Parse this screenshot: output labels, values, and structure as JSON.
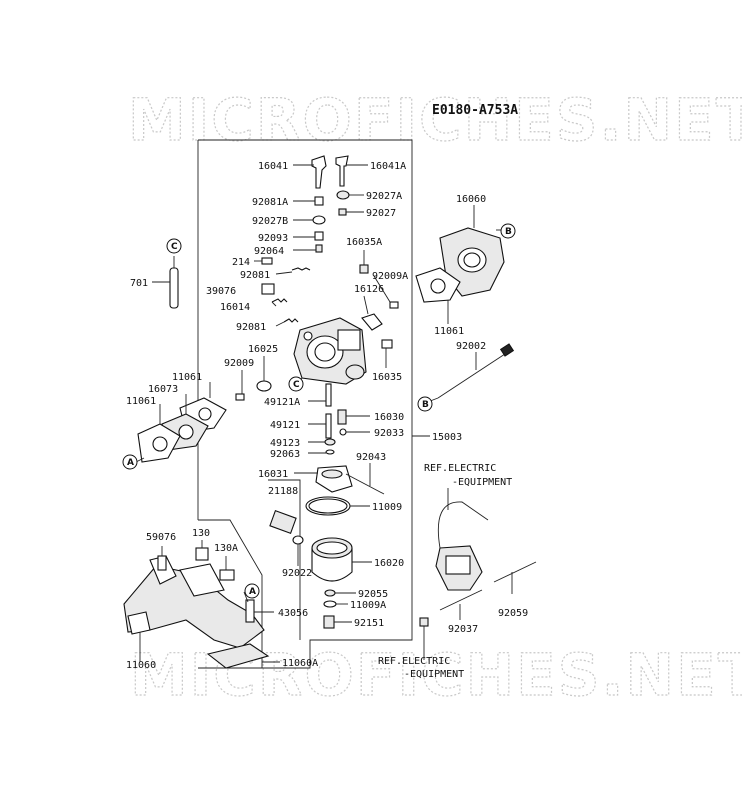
{
  "watermarks": [
    "MICROFICHES.NET",
    "MICROFICHES.NET"
  ],
  "diagram_code": "E0180-A753A",
  "parts": {
    "p16041": "16041",
    "p16041A": "16041A",
    "p92081A": "92081A",
    "p92027A": "92027A",
    "p92027B": "92027B",
    "p92027": "92027",
    "p92093": "92093",
    "p92064": "92064",
    "p16035A": "16035A",
    "p214": "214",
    "p92081a": "92081",
    "p92009A": "92009A",
    "p39076": "39076",
    "p16126": "16126",
    "p16014": "16014",
    "p92081b": "92081",
    "p16025": "16025",
    "p92009": "92009",
    "p16035": "16035",
    "p49121A": "49121A",
    "p16030": "16030",
    "p49121": "49121",
    "p92033": "92033",
    "p15003": "15003",
    "p49123": "49123",
    "p92063": "92063",
    "p92043": "92043",
    "p16031": "16031",
    "p21188": "21188",
    "p11009": "11009",
    "p16020": "16020",
    "p92022": "92022",
    "p92055": "92055",
    "p11009A": "11009A",
    "p92151": "92151",
    "p16060": "16060",
    "p11061r": "11061",
    "p92002": "92002",
    "p701": "701",
    "p16073": "16073",
    "p11061a": "11061",
    "p11061b": "11061",
    "p59076": "59076",
    "p130": "130",
    "p130A": "130A",
    "p43056": "43056",
    "p11060": "11060",
    "p11060A": "11060A",
    "p92059": "92059",
    "p92037": "92037"
  },
  "refs": {
    "ref1_line1": "REF.ELECTRIC",
    "ref1_line2": "-EQUIPMENT",
    "ref2_line1": "REF.ELECTRIC",
    "ref2_line2": "-EQUIPMENT"
  },
  "callouts": {
    "A": "A",
    "B": "B",
    "C": "C"
  }
}
